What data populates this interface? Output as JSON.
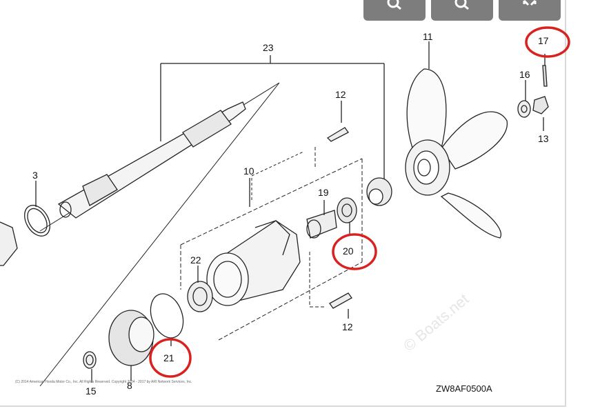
{
  "toolbar": {
    "buttons": [
      {
        "name": "zoom-in",
        "icon": "magnifier-plus-icon"
      },
      {
        "name": "zoom-out",
        "icon": "magnifier-minus-icon"
      },
      {
        "name": "fullscreen",
        "icon": "expand-arrows-icon"
      }
    ]
  },
  "parts": {
    "p23": "23",
    "p12_top": "12",
    "p11": "11",
    "p17": "17",
    "p16": "16",
    "p13": "13",
    "p3": "3",
    "p10": "10",
    "p19": "19",
    "p20": "20",
    "p22": "22",
    "p12_bottom": "12",
    "p21": "21",
    "p15": "15",
    "p8": "8"
  },
  "highlighted_parts": [
    "17",
    "20",
    "21"
  ],
  "highlight_color": "#d9221f",
  "diagram_code": "ZW8AF0500A",
  "watermark": "© Boats.net",
  "copyright": "(C) 2014 American Honda Motor Co., Inc. All Rights Reserved. Copyright 2004 - 2017 by ARI Network Services, Inc."
}
